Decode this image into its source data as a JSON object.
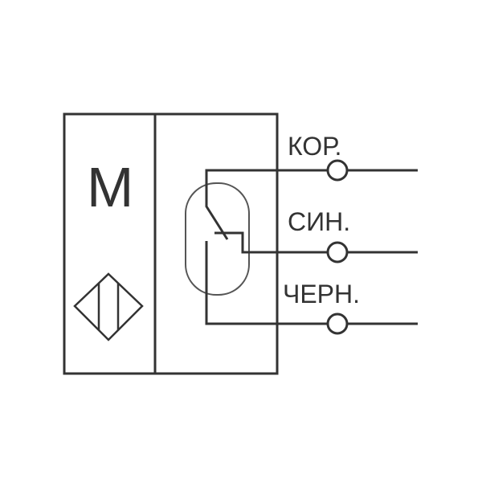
{
  "sensor_letter": "M",
  "terminals": [
    {
      "label": "КОР."
    },
    {
      "label": "СИН."
    },
    {
      "label": "ЧЕРН."
    }
  ],
  "colors": {
    "stroke": "#333333",
    "capsule": "#555555"
  }
}
